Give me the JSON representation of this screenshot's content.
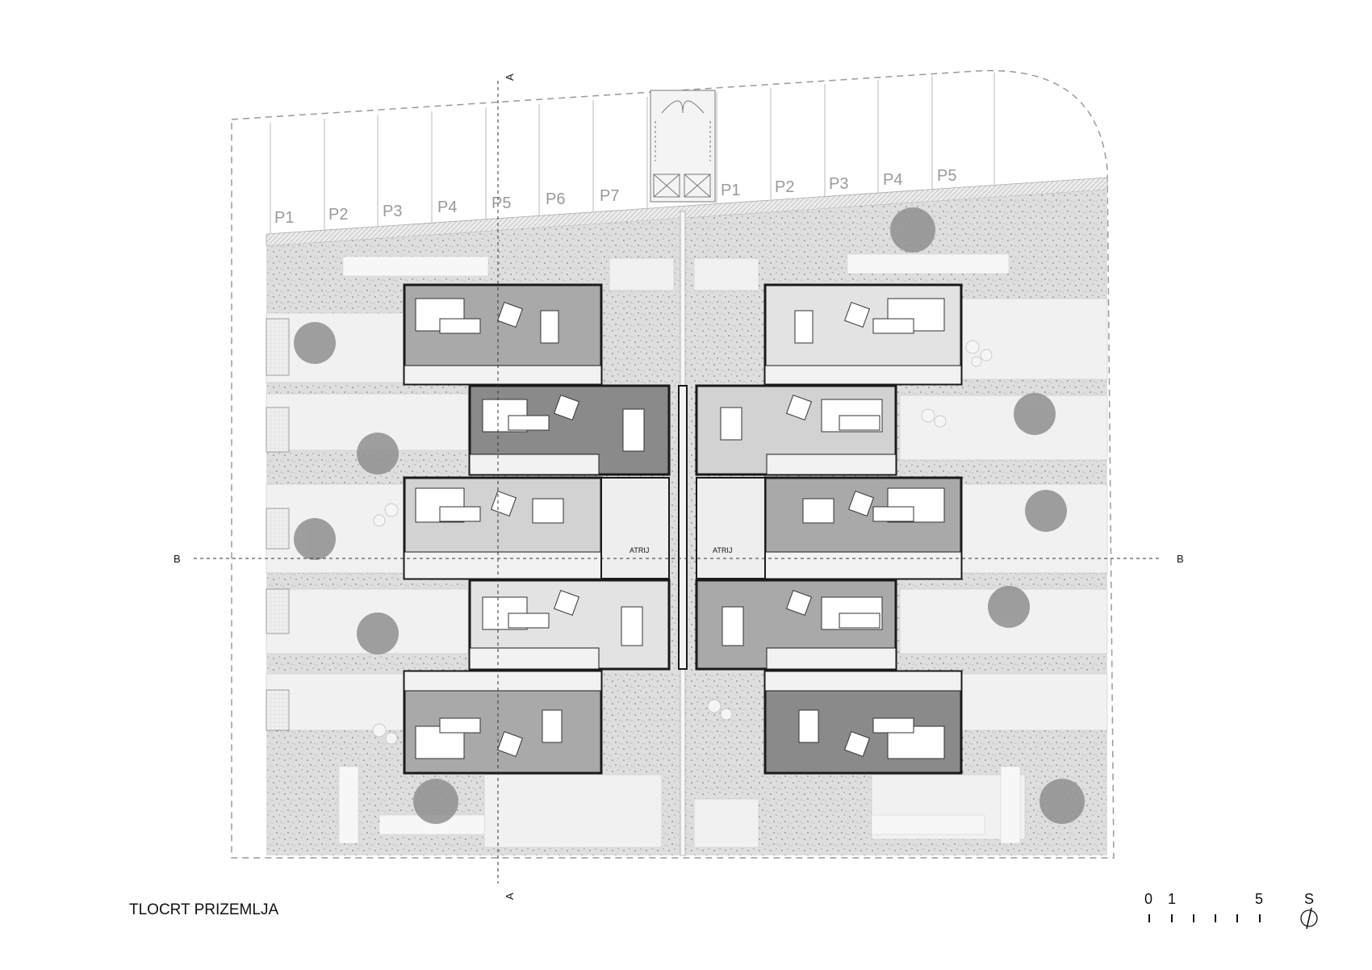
{
  "title": "TLOCRT PRIZEMLJA",
  "section_marks": {
    "a_top": "A",
    "a_bottom": "A",
    "b_left": "B",
    "b_right": "B"
  },
  "parking_left": [
    "P1",
    "P2",
    "P3",
    "P4",
    "P5",
    "P6",
    "P7"
  ],
  "parking_right": [
    "P1",
    "P2",
    "P3",
    "P4",
    "P5"
  ],
  "atrium_labels": [
    "ATRIJ",
    "ATRIJ"
  ],
  "scale_bar": {
    "labels": [
      "0",
      "1",
      "5"
    ]
  },
  "north_label": "S",
  "colors": {
    "floor_dark": "#8a8a8a",
    "floor_mid": "#a9a9a9",
    "floor_light": "#d2d2d2",
    "floor_lighter": "#e3e3e3",
    "garden": "#dcdcdc",
    "wall": "#1a1a1a"
  }
}
